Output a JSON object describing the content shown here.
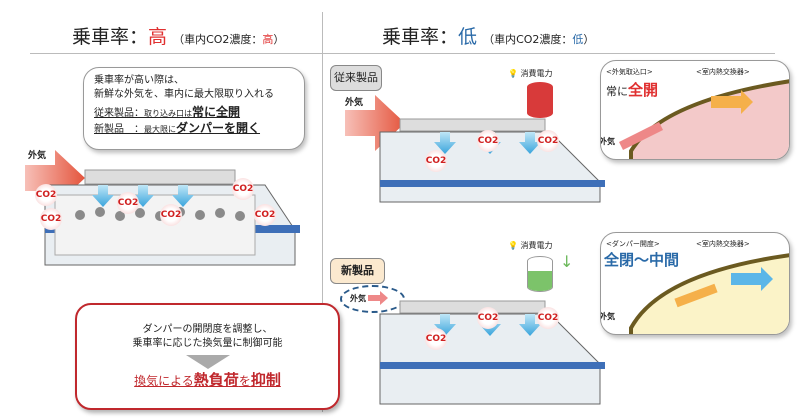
{
  "left": {
    "title_prefix": "乗車率：",
    "title_level": "高",
    "title_sub_prefix": "（車内CO2濃度：",
    "title_sub_level": "高",
    "title_sub_suffix": "）",
    "bubble": {
      "line1": "乗車率が高い際は、",
      "line2": "新鮮な外気を、車内に最大限取り入れる",
      "conv_label": "従来製品：",
      "conv_text": "取り込み口は",
      "conv_bold": "常に全開",
      "new_label": "新製品　：",
      "new_text": "最大限に",
      "new_bold": "ダンパーを開く"
    },
    "outside_air": "外気",
    "co2": "CO2"
  },
  "right": {
    "title_prefix": "乗車率：",
    "title_level": "低",
    "title_sub_prefix": "（車内CO2濃度：",
    "title_sub_level": "低",
    "title_sub_suffix": "）",
    "conventional": {
      "badge": "従来製品",
      "outside_air": "外気",
      "power": "消費電力",
      "callout_label1": "<外気取込口>",
      "callout_label2": "<室内熱交換器>",
      "callout_text": "常に",
      "callout_bold": "全開",
      "callout_outside": "外気"
    },
    "new": {
      "badge": "新製品",
      "outside_air": "外気",
      "power": "消費電力",
      "callout_label1": "<ダンパー開度>",
      "callout_label2": "<室内熱交換器>",
      "callout_bold": "全閉～中間",
      "callout_outside": "外気"
    }
  },
  "summary": {
    "line1": "ダンパーの開閉度を調整し、",
    "line2": "乗車率に応じた換気量に制御可能",
    "result_pre": "換気による",
    "result_b1": "熱負荷",
    "result_mid": "を",
    "result_b2": "抑制"
  },
  "colors": {
    "high": "#e03030",
    "low": "#2a6aa8",
    "accent_red": "#c0282d",
    "power_high": "#d83a3a",
    "power_low": "#7cc36a"
  }
}
